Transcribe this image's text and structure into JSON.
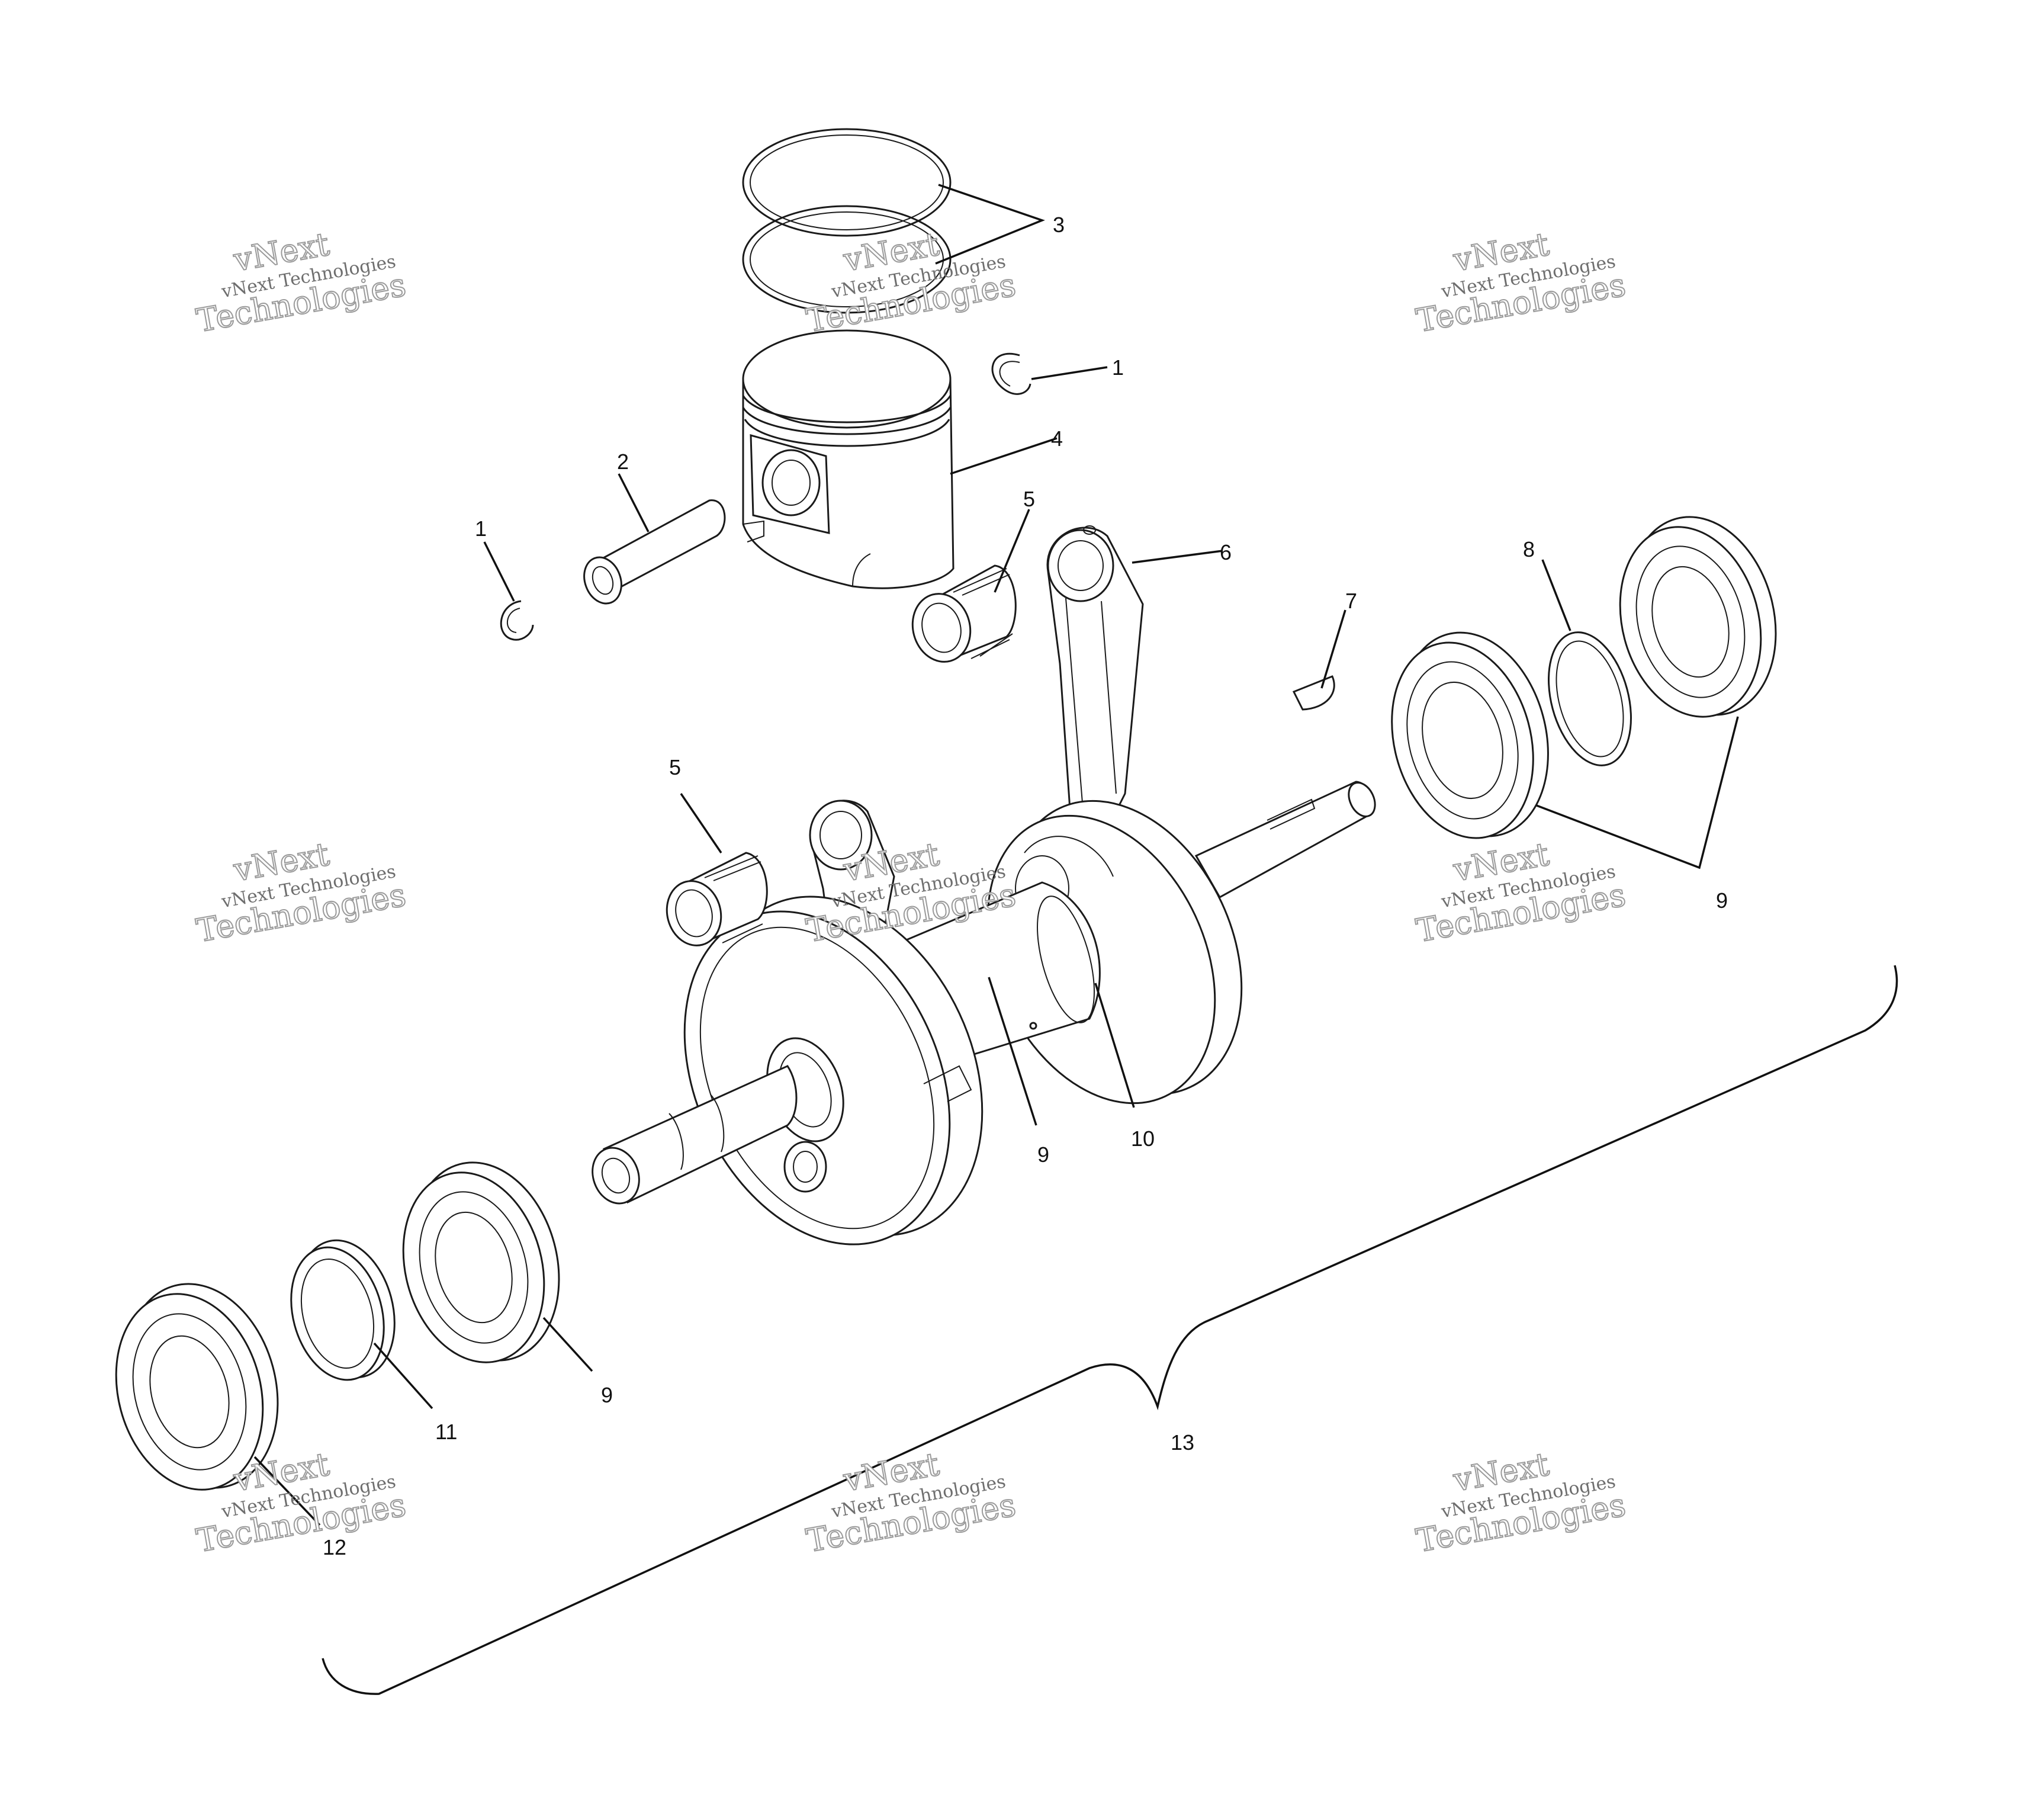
{
  "diagram": {
    "callouts": {
      "c1a": "1",
      "c1b": "1",
      "c2": "2",
      "c3": "3",
      "c4": "4",
      "c5a": "5",
      "c5b": "5",
      "c6": "6",
      "c7": "7",
      "c8": "8",
      "c9a": "9",
      "c9b": "9",
      "c9c": "9",
      "c10": "10",
      "c11": "11",
      "c12": "12",
      "c13": "13"
    },
    "watermark": {
      "line1": "vNext Technologies",
      "line2": "vNext",
      "line3": "Technologies"
    },
    "colors": {
      "ink": "#1a1a1a",
      "watermark": "#9a9a9a",
      "background": "#ffffff"
    }
  }
}
